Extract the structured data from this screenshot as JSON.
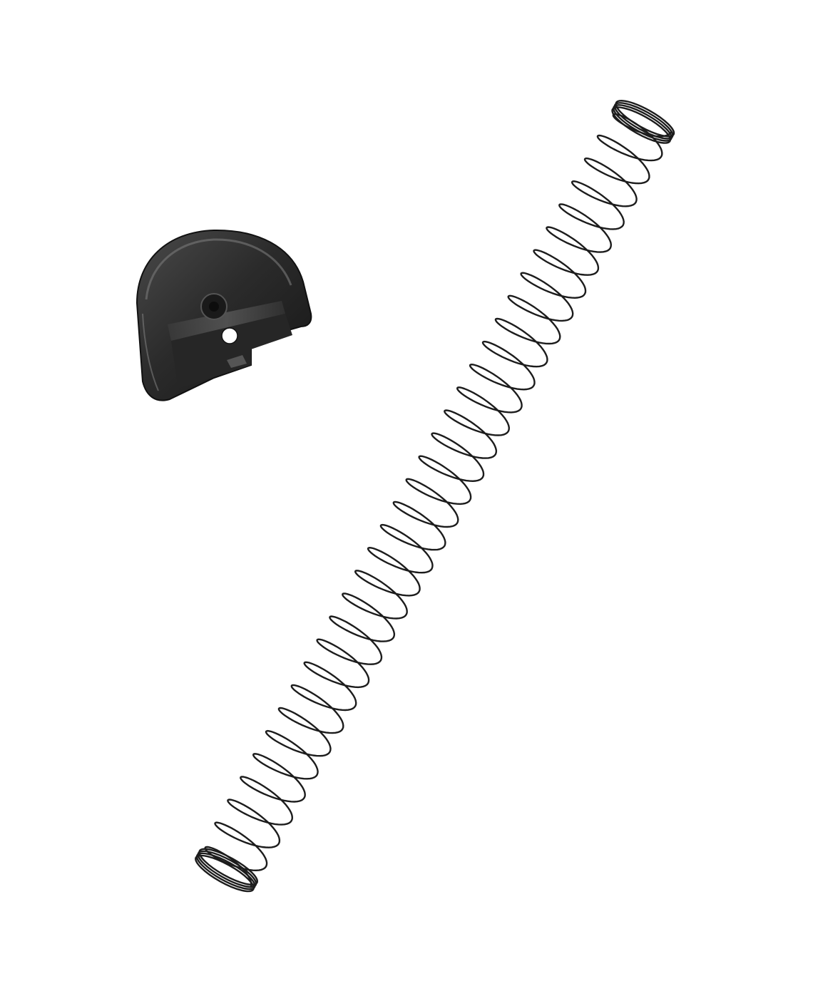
{
  "scene": {
    "background": "#ffffff",
    "objects": [
      {
        "kind": "magazine-insert",
        "color": "#2a2a2a"
      },
      {
        "kind": "coil-spring",
        "color": "#1c1c1c",
        "coil_count": 33
      }
    ]
  }
}
